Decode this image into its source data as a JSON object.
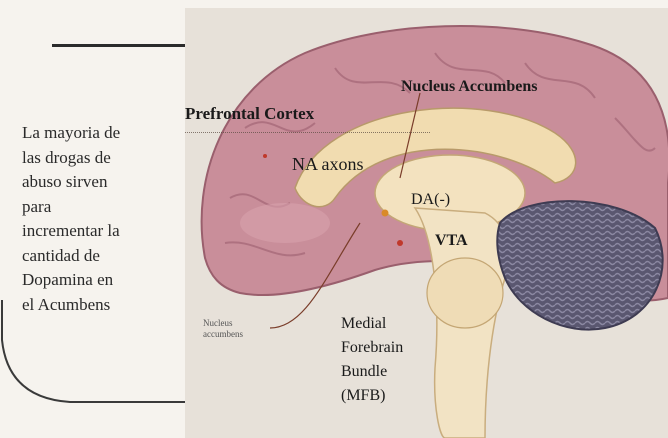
{
  "side_text_lines": [
    "La mayoria de",
    "las drogas de",
    "abuso sirven",
    "para",
    "incrementar la",
    "cantidad de",
    "Dopamina en",
    "el Acumbens"
  ],
  "labels": {
    "nucleus_accumbens_top": "Nucleus Accumbens",
    "prefrontal_cortex": "Prefrontal Cortex",
    "na_axons": "NA axons",
    "da": "DA(-)",
    "vta": "VTA",
    "nucleus_accumbens_small_1": "Nucleus",
    "nucleus_accumbens_small_2": "accumbens",
    "mfb_line1": "Medial",
    "mfb_line2": "Forebrain",
    "mfb_line3": "Bundle",
    "mfb_line4": "(MFB)"
  }
}
